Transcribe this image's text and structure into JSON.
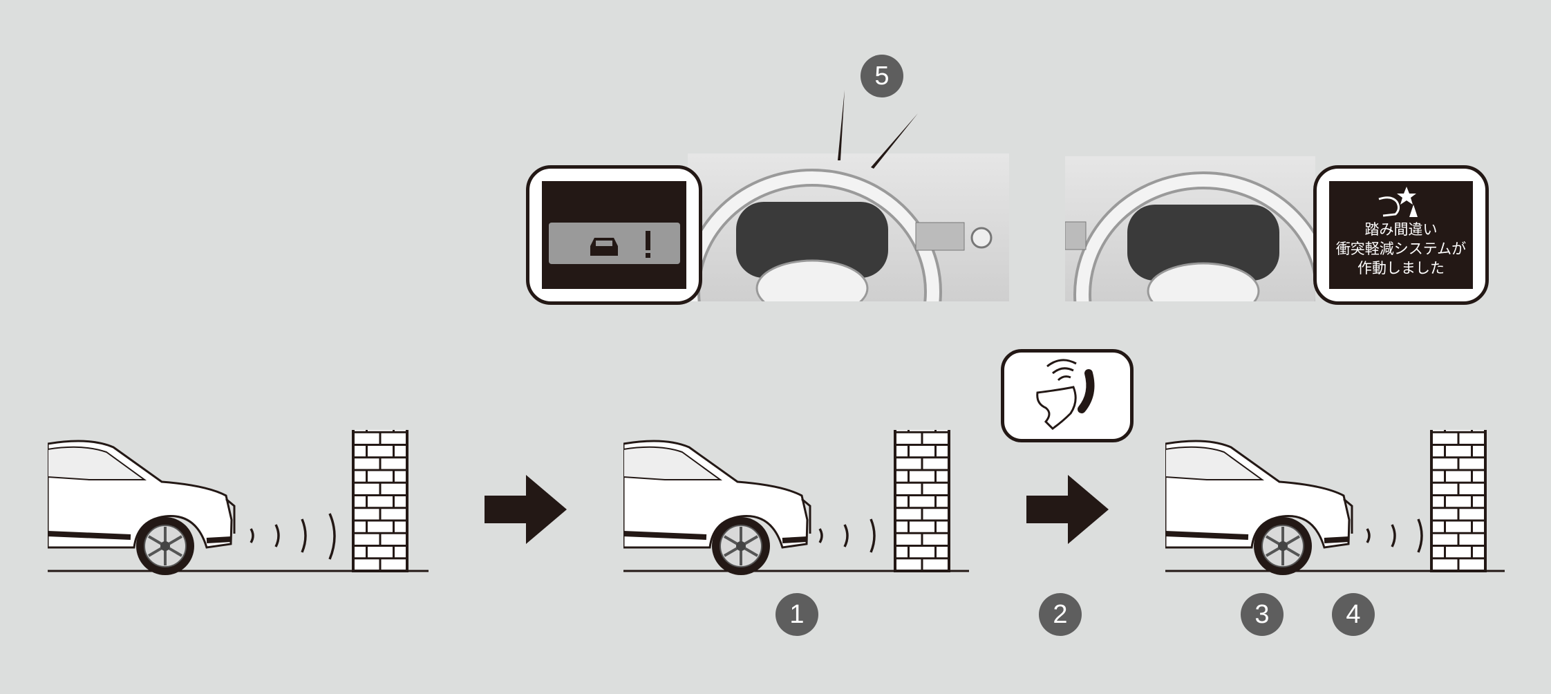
{
  "callouts": {
    "n1": "1",
    "n2": "2",
    "n3": "3",
    "n4": "4",
    "n5": "5"
  },
  "display_right": {
    "lines": [
      "踏み間違い",
      "衝突軽減システムが",
      "作動しました"
    ]
  },
  "icons": [
    "car-warning-icon",
    "pedal-misapplication-icon",
    "foot-pedal-icon",
    "brick-wall-icon",
    "sonar-wave-icon",
    "right-arrow-icon"
  ],
  "colors": {
    "background": "#dcdedd",
    "dark": "#231815",
    "badge": "#5e5e5e"
  }
}
